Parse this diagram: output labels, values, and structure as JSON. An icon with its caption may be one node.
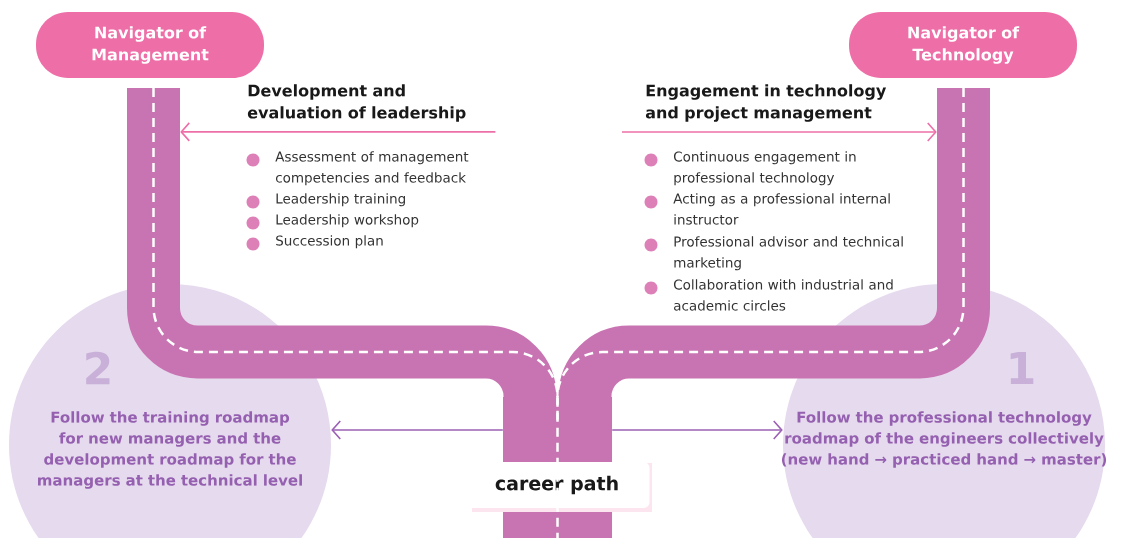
{
  "diagram": {
    "nodes": [
      {
        "text": [
          "Navigator of Management"
        ]
      },
      {
        "text": [
          "Navigator of Technology"
        ]
      },
      {
        "text": [],
        "shape": "bar"
      },
      {
        "text": [],
        "shape": "bar"
      },
      {
        "text": [],
        "shape": "bar"
      },
      {
        "text": [
          "Development and evaluation of leadership",
          "Assessment of management competencies and feedback",
          "Leadership training",
          "Leadership workshop",
          "Succession plan"
        ]
      },
      {
        "text": [
          "Engagement in technology and project management",
          "Continuous engagement in professional technology",
          "Acting as a professional internal instructor",
          "Professional advisor and technical marketing",
          "Collaboration with industrial and academic circles"
        ]
      },
      {
        "text": [
          "2",
          "Follow the training roadmap for new managers and the development roadmap for the managers at the technical level"
        ]
      },
      {
        "text": [
          "1",
          "Follow the professional technology roadmap of the engineers collectively (new hand → practiced hand → master)"
        ]
      },
      {
        "text": [
          "career path"
        ]
      }
    ],
    "edges": [
      {
        "from": 5,
        "to": 2,
        "arrow": "to",
        "color": "#ee6fa8"
      },
      {
        "from": 6,
        "to": 3,
        "arrow": "to",
        "color": "#ee6fa8"
      },
      {
        "from": 4,
        "to": 7,
        "arrow": "to",
        "color": "#9b5fb5"
      },
      {
        "from": 4,
        "to": 8,
        "arrow": "to",
        "color": "#9b5fb5"
      }
    ]
  }
}
